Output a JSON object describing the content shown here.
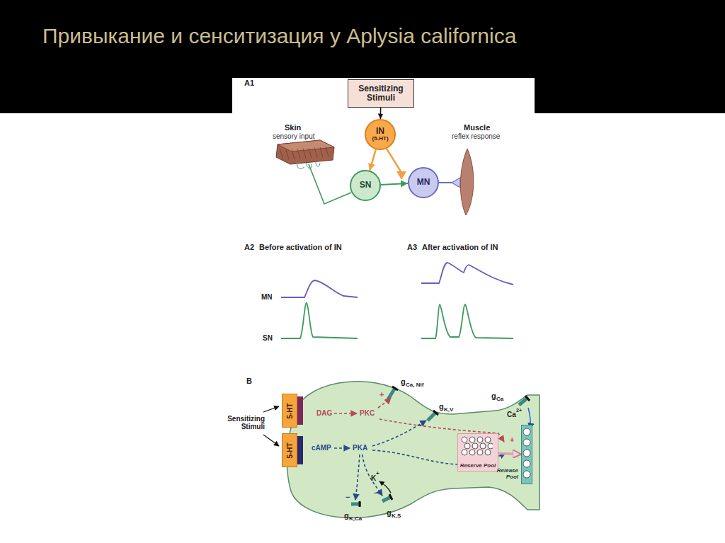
{
  "diagram": {
    "title": "Привыкание и сенситизация у Aplysia californica",
    "nodes": [
      {
        "text": [
          "Sensitizing Stimuli"
        ]
      },
      {
        "text": [
          "IN",
          "(5-HT)"
        ]
      },
      {
        "text": [
          "SN"
        ]
      },
      {
        "text": [
          "MN"
        ]
      },
      {
        "text": [
          "5-HT"
        ]
      },
      {
        "text": [
          "5-HT"
        ]
      },
      {
        "text": [
          "Reserve Pool"
        ]
      },
      {
        "text": [
          "Release Pool"
        ]
      }
    ],
    "edges": [
      {
        "from": 0,
        "to": 1,
        "arrow": "to"
      },
      {
        "from": 1,
        "to": 2,
        "arrow": "to"
      },
      {
        "from": 2,
        "to": 3,
        "arrow": "to"
      },
      {
        "from": 6,
        "to": 7,
        "arrow": "to"
      }
    ],
    "labels": [
      "A1",
      "Skin",
      "sensory input",
      "Muscle",
      "reflex response",
      "A2",
      "Before activation of IN",
      "A3",
      "After activation of IN",
      "MN",
      "SN",
      "B",
      "Sensitizing Stimuli",
      "DAG",
      "PKC",
      "cAMP",
      "PKA",
      "+",
      "g",
      "Ca, Nif",
      "g",
      "K,V",
      "−",
      "g",
      "Ca",
      "Ca",
      "2+",
      "+",
      "K",
      "+",
      "−",
      "−",
      "g",
      "K,Ca",
      "g",
      "K,S"
    ]
  }
}
